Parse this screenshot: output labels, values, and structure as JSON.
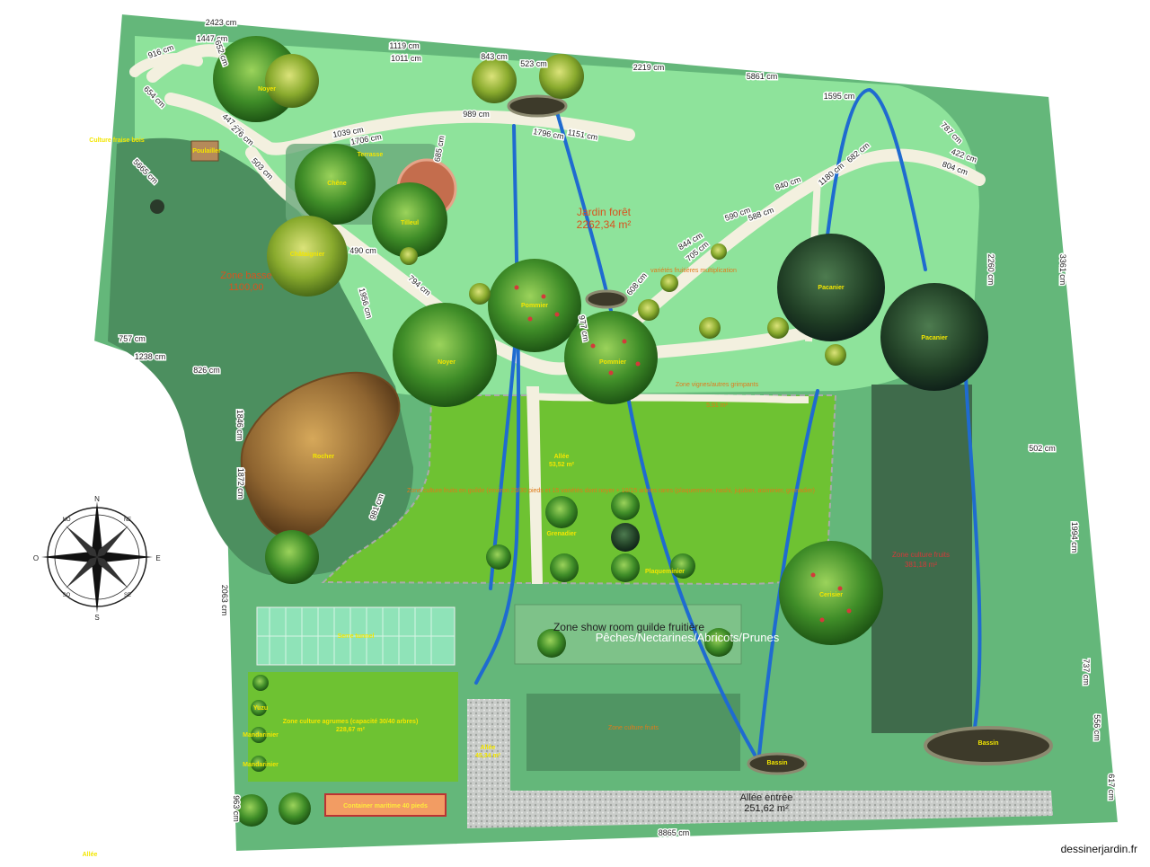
{
  "brand": "dessinerjardin.fr",
  "zones": {
    "jardin_foret_name": "Jardin forêt",
    "jardin_foret_area": "2262,34 m²",
    "zone_basse_name": "Zone basse",
    "zone_basse_area": "1100,00",
    "showroom": "Zone show room guilde fruitière",
    "agrumes": "Zone culture agrumes (capacité 30/40 arbres)",
    "agrumes_area": "228,67 m²",
    "allee_entree": "Allée entrée",
    "allee_entree_area": "251,62 m²",
    "container": "Container maritime 40 pieds",
    "serre": "Serre tunnel",
    "culture_fruits": "Zone culture fruits",
    "culture_fruits_area": "381,18 m²",
    "allee_mid": "Allée",
    "allee_mid_area": "53,52 m²",
    "allee_left": "Allée",
    "allee_left_area": "45,34 m²",
    "allee_bottom": "Allée",
    "zone_vigne": "Zone vignes/autres grimpants",
    "zone_vigne_area": "5,91 m²",
    "varietes": "variétés fruitières multiplication",
    "terrasse": "Terrasse",
    "culture_fraise": "Culture fraise bois",
    "peches": "Pêches/Nectarines/Abricots/Prunes"
  },
  "trees": {
    "noyer": "Noyer",
    "chene": "Chêne",
    "tilleul": "Tilleul",
    "chataignier": "Châtaignier",
    "pommier": "Pommier",
    "pacanier": "Pacanier",
    "cerisier": "Cerisier",
    "rocher": "Rocher",
    "grenadier": "Grenadier",
    "mandarinier": "Mandarinier",
    "yuzu": "Yuzu",
    "bassin": "Bassin",
    "poulailler": "Poulailler",
    "plaqueminier": "Plaqueminier"
  },
  "dimensions": [
    "2423 cm",
    "1447 cm",
    "916 cm",
    "652 cm",
    "654 cm",
    "1119 cm",
    "1011 cm",
    "843 cm",
    "523 cm",
    "2219 cm",
    "5861 cm",
    "1595 cm",
    "989 cm",
    "1796 cm",
    "1151 cm",
    "787 cm",
    "422 cm",
    "804 cm",
    "1039 cm",
    "1706 cm",
    "447 cm",
    "276 cm",
    "503 cm",
    "685 cm",
    "840 cm",
    "1180 cm",
    "682 cm",
    "590 cm",
    "588 cm",
    "844 cm",
    "705 cm",
    "608 cm",
    "490 cm",
    "794 cm",
    "1956 cm",
    "977 cm",
    "2260 cm",
    "3361 cm",
    "757 cm",
    "1238 cm",
    "826 cm",
    "1846 cm",
    "1872 cm",
    "981 cm",
    "502 cm",
    "1994 cm",
    "2063 cm",
    "737 cm",
    "556 cm",
    "617 cm",
    "963 cm",
    "8865 cm",
    "5665 cm"
  ],
  "compass": {
    "n": "N",
    "e": "E",
    "s": "S",
    "o": "O",
    "ne": "NE",
    "no": "NO",
    "se": "SE",
    "so": "SO"
  },
  "long_note": "Zone culture fruits en guilde (environ 20/30 pieds et 15 variétés dont noyer + 10/15 arbres rares (plaqueminier, nashi, jujubier, asiminier, grenadier)",
  "colors": {
    "field_light": "#8ee39b",
    "field_mid": "#64b77a",
    "field_dark": "#4c8f5f",
    "lawn": "#6ec232",
    "path": "#f3f0df",
    "stream": "#1f6bd0",
    "dark_bed": "#3f6b4b"
  }
}
